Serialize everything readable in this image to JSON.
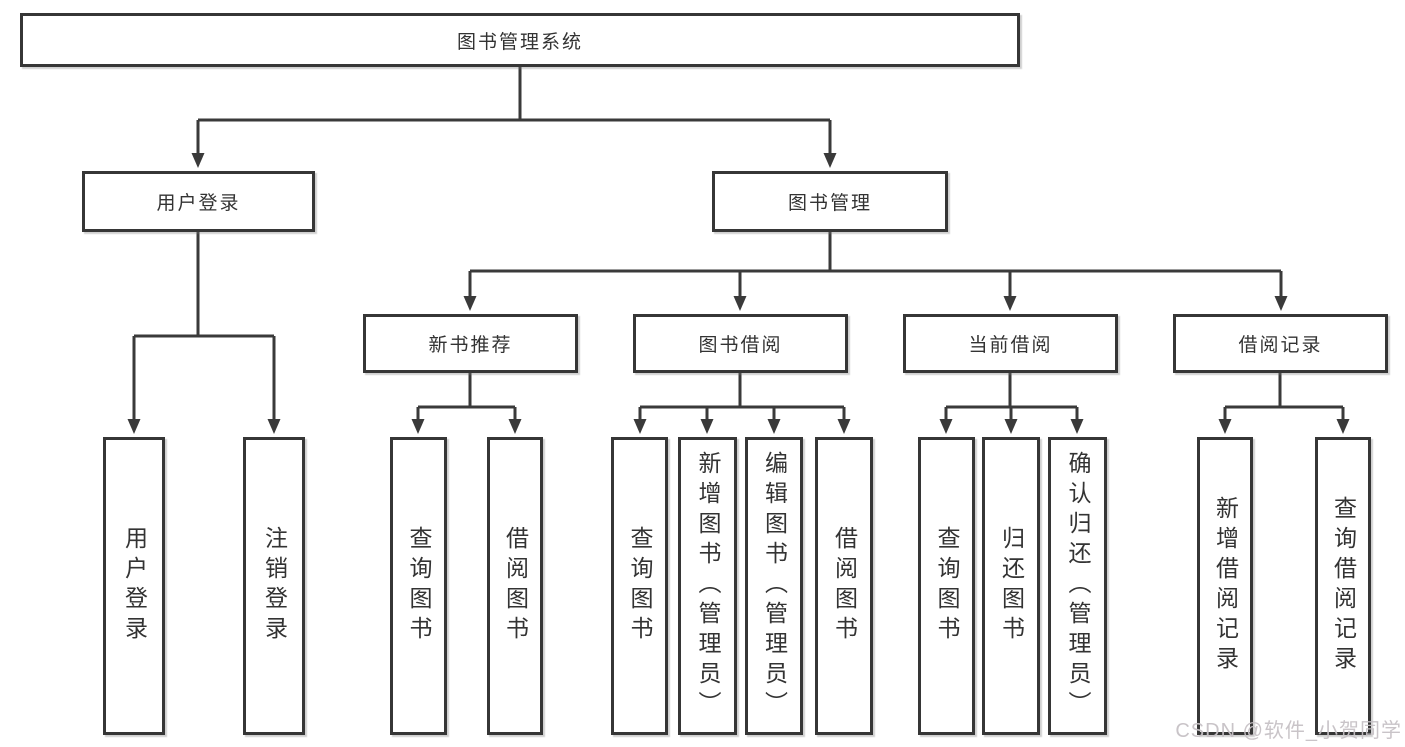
{
  "page": {
    "background": "#ffffff"
  },
  "colors": {
    "box_border": "#363636",
    "connector_line": "#3a3a3a",
    "text": "#333333",
    "watermark_text": "#c6c1c5"
  },
  "tree": {
    "root": {
      "label": "图书管理系统"
    },
    "branches": [
      {
        "label": "用户登录",
        "children": [
          {
            "label": "用户登录"
          },
          {
            "label": "注销登录"
          }
        ]
      },
      {
        "label": "图书管理",
        "children": [
          {
            "label": "新书推荐",
            "children": [
              {
                "label": "查询图书"
              },
              {
                "label": "借阅图书"
              }
            ]
          },
          {
            "label": "图书借阅",
            "children": [
              {
                "label": "查询图书"
              },
              {
                "label": "新增图书（管理员）"
              },
              {
                "label": "编辑图书（管理员）"
              },
              {
                "label": "借阅图书"
              }
            ]
          },
          {
            "label": "当前借阅",
            "children": [
              {
                "label": "查询图书"
              },
              {
                "label": "归还图书"
              },
              {
                "label": "确认归还（管理员）"
              }
            ]
          },
          {
            "label": "借阅记录",
            "children": [
              {
                "label": "新增借阅记录"
              },
              {
                "label": "查询借阅记录"
              }
            ]
          }
        ]
      }
    ]
  },
  "watermark": {
    "text": "CSDN @软件_小贺同学"
  }
}
